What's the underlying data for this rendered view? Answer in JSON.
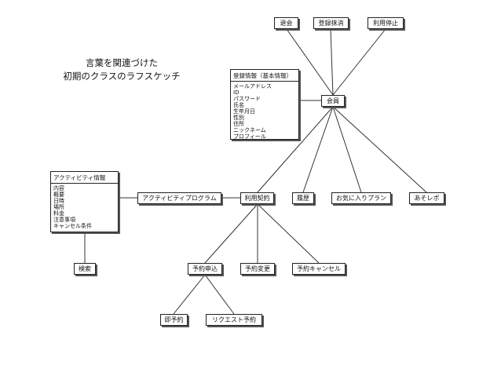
{
  "caption": {
    "line1": "言葉を関連づけた",
    "line2": "初期のクラスのラフスケッチ"
  },
  "nodes": {
    "taikai": "退会",
    "touroku_massho": "登録抹消",
    "riyou_teishi": "利用停止",
    "kaiin": "会員",
    "activity_program": "アクティビティプログラム",
    "riyou_keiyaku": "利用契約",
    "rireki": "履歴",
    "okiniiri_plan": "お気に入りプラン",
    "asorepo": "あそレポ",
    "kensaku": "検索",
    "yoyaku_moushikomi": "予約申込",
    "yoyaku_henkou": "予約変更",
    "yoyaku_cancel": "予約キャンセル",
    "soku_yoyaku": "即予約",
    "request_yoyaku": "リクエスト予約"
  },
  "entities": {
    "registration": {
      "title": "登録情報（基本情報）",
      "fields": [
        "メールアドレス",
        "ID",
        "パスワード",
        "氏名",
        "生年月日",
        "性別",
        "住所",
        "ニックネーム",
        "プロフィール"
      ]
    },
    "activity": {
      "title": "アクティビティ情報",
      "fields": [
        "内容",
        "概要",
        "日時",
        "場所",
        "料金",
        "注意事項",
        "キャンセル条件"
      ]
    }
  },
  "colors": {
    "line": "#333333",
    "border": "#222222",
    "shadow": "#555555"
  }
}
